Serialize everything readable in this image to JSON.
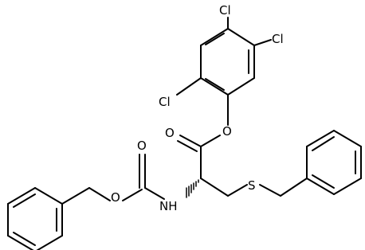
{
  "molecule": {
    "atom_labels": {
      "cl_top": "Cl",
      "cl_right": "Cl",
      "cl_left": "Cl",
      "ester_o_ring": "O",
      "carbonyl_o_ester": "O",
      "carbonyl_o_carbamate": "O",
      "carbamate_o": "O",
      "nh": "NH",
      "s": "S"
    }
  }
}
